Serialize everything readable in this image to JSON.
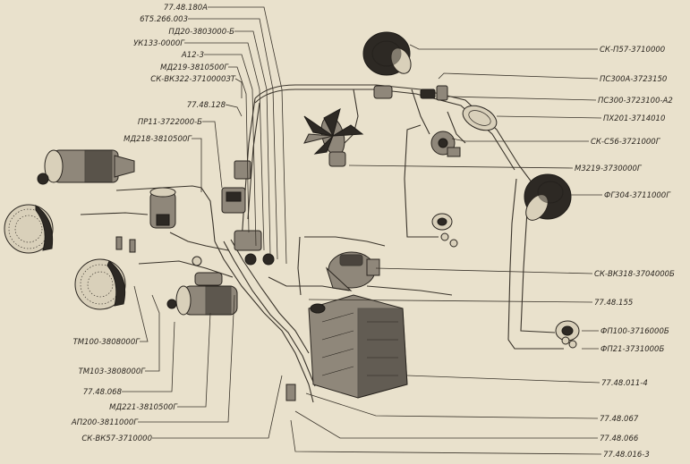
{
  "labels": {
    "top_left": [
      "77.48.180А",
      "6Т5.266.003",
      "ПД20-3803000-Б",
      "УК133-0000Г",
      "А12-3",
      "МД219-3810500Г",
      "СК-ВК322-3710000ЗТ",
      "77.48.128",
      "ПР11-3722000-Б",
      "МД218-3810500Г"
    ],
    "right": [
      "СК-П57-3710000",
      "ПС300А-3723150",
      "ПС300-3723100-А2",
      "ПХ201-3714010",
      "СК-С56-3721000Г",
      "М3219-3730000Г",
      "ФГ304-3711000Г",
      "СК-ВК318-3704000Б",
      "77.48.155",
      "ФП100-3716000Б",
      "ФП21-3731000Б",
      "77.48.011-4",
      "77.48.067",
      "77.48.066",
      "77.48.016-3"
    ],
    "bottom_left": [
      "ТМ100-3808000Г",
      "ТМ103-3808000Г",
      "77.48.068",
      "МД221-3810500Г",
      "АП200-3811000Г",
      "СК-ВК57-3710000"
    ]
  },
  "colors": {
    "paper": "#e9e1cc",
    "ink": "#2b2620"
  }
}
